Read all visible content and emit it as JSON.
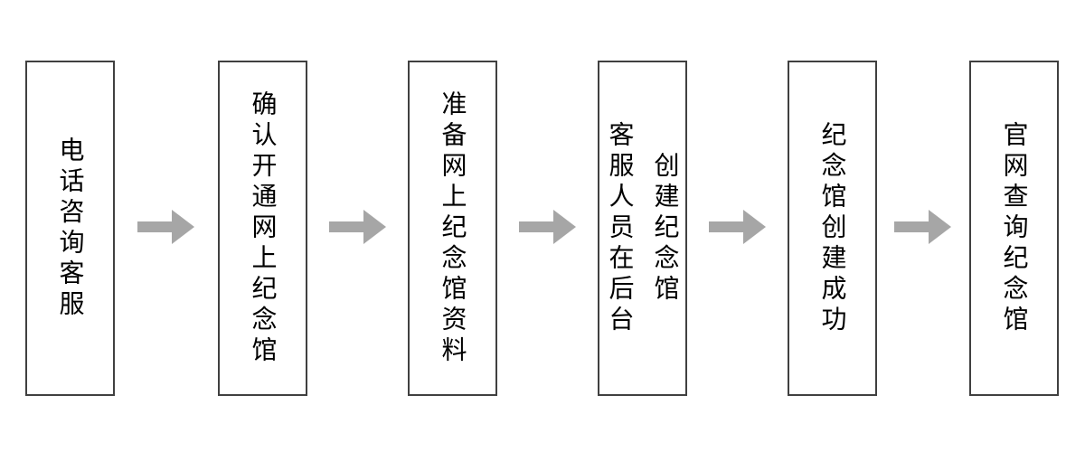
{
  "page": {
    "background_color": "#ffffff"
  },
  "flow": {
    "type": "horizontal-process-flowchart",
    "direction": "left-to-right",
    "box_border_color": "#404040",
    "arrow_color": "#a6a6a6",
    "text_color": "#000000",
    "steps": [
      {
        "text": "电话咨询客服",
        "lines": [
          "电话咨询客服"
        ]
      },
      {
        "text": "确认开通网上纪念馆",
        "lines": [
          "确认开通网上纪念馆"
        ]
      },
      {
        "text": "准备网上纪念馆资料",
        "lines": [
          "准备网上纪念馆资料"
        ]
      },
      {
        "text": "客服人员在后台创建纪念馆",
        "lines": [
          "客服人员在后台",
          "创建纪念馆"
        ]
      },
      {
        "text": "纪念馆创建成功",
        "lines": [
          "纪念馆创建成功"
        ]
      },
      {
        "text": "官网查询纪念馆",
        "lines": [
          "官网查询纪念馆"
        ]
      }
    ]
  }
}
